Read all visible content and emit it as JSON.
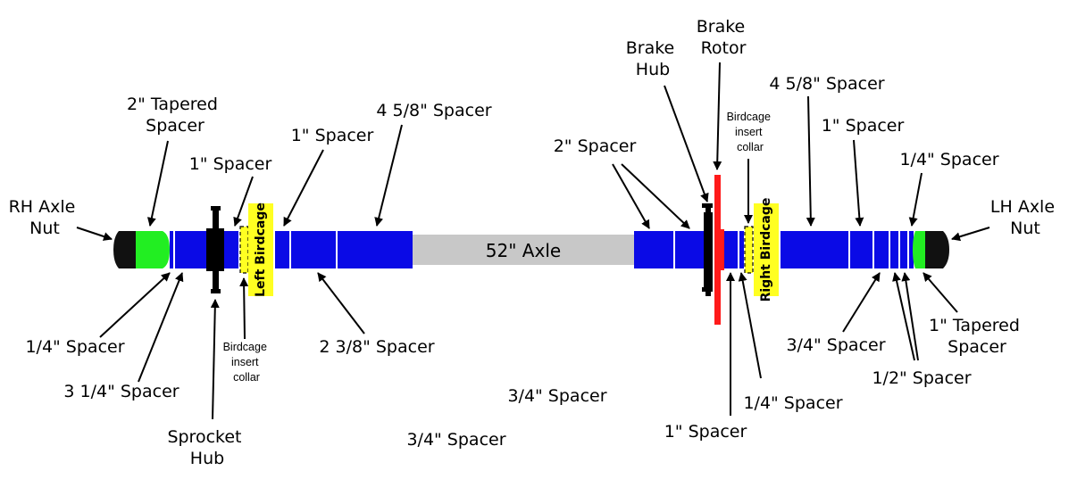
{
  "colors": {
    "spacer": "#0a0ae6",
    "axle": "#c8c8c8",
    "nut": "#111111",
    "tapered": "#22ee22",
    "rotor": "#ff1a1a",
    "birdcage": "#ffff22",
    "hub": "#000000"
  },
  "labels": {
    "rh_axle_nut": [
      "RH Axle",
      "Nut"
    ],
    "lh_axle_nut": [
      "LH Axle",
      "Nut"
    ],
    "tapered_2": [
      "2\" Tapered",
      "Spacer"
    ],
    "tapered_1": [
      "1\" Tapered",
      "Spacer"
    ],
    "sprocket_hub": [
      "Sprocket",
      "Hub"
    ],
    "brake_hub": [
      "Brake",
      "Hub"
    ],
    "brake_rotor": [
      "Brake",
      "Rotor"
    ],
    "axle": "52\" Axle",
    "left_birdcage": "Left Birdcage",
    "right_birdcage": "Right Birdcage",
    "collar_left": [
      "Birdcage",
      "insert",
      "collar"
    ],
    "collar_right": [
      "Birdcage",
      "insert",
      "collar"
    ],
    "spacer_1in_top_left_a": "1\" Spacer",
    "spacer_1in_top_left_b": "1\" Spacer",
    "spacer_4_58_left": "4 5/8\" Spacer",
    "spacer_2in": "2\" Spacer",
    "spacer_4_58_right": "4 5/8\" Spacer",
    "spacer_1in_right": "1\" Spacer",
    "spacer_14_right_top": "1/4\" Spacer",
    "spacer_14_left": "1/4\" Spacer",
    "spacer_3_14": "3 1/4\" Spacer",
    "spacer_2_38": "2 3/8\" Spacer",
    "spacer_34_a": "3/4\" Spacer",
    "spacer_34_b": "3/4\" Spacer",
    "spacer_1in_bottom": "1\" Spacer",
    "spacer_14_bottom": "1/4\" Spacer",
    "spacer_34_right": "3/4\" Spacer",
    "spacer_12": "1/2\" Spacer"
  }
}
